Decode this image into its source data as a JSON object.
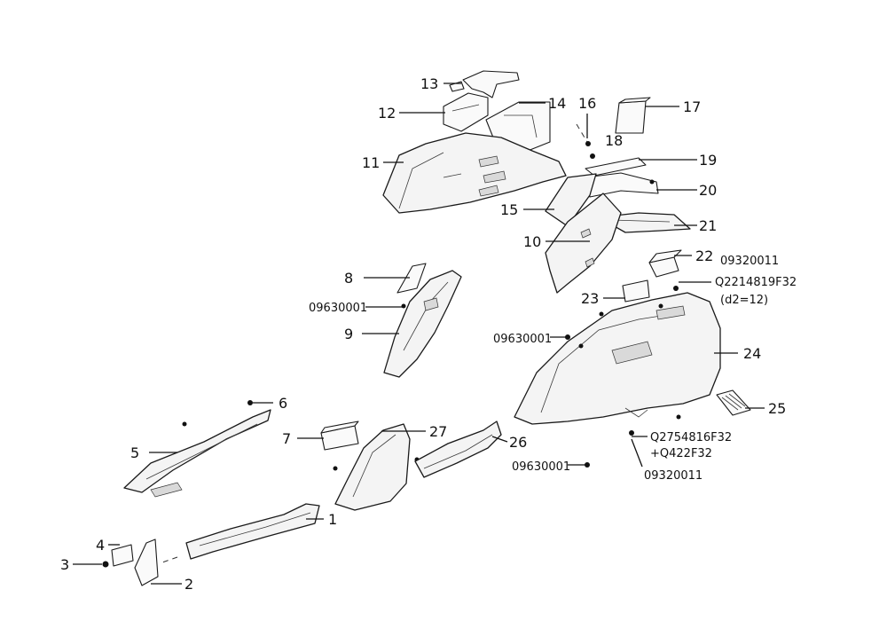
{
  "diagram": {
    "callouts": {
      "c1": "1",
      "c2": "2",
      "c3": "3",
      "c4": "4",
      "c5": "5",
      "c6": "6",
      "c7": "7",
      "c8": "8",
      "c9": "9",
      "c10": "10",
      "c11": "11",
      "c12": "12",
      "c13": "13",
      "c14": "14",
      "c15": "15",
      "c16": "16",
      "c17": "17",
      "c18": "18",
      "c19": "19",
      "c20": "20",
      "c21": "21",
      "c22": "22",
      "c23": "23",
      "c24": "24",
      "c25": "25",
      "c26": "26",
      "c27": "27"
    },
    "codes": {
      "clip_09630001_a": "09630001",
      "clip_09630001_b": "09630001",
      "clip_09630001_c": "09630001",
      "screw_09320011_a": "09320011",
      "screw_09320011_b": "09320011",
      "bolt_q2214819f32": "Q2214819F32",
      "bolt_d2": "(d2=12)",
      "bolt_q2754816f32": "Q2754816F32",
      "nut_q422f32": "+Q422F32"
    }
  }
}
